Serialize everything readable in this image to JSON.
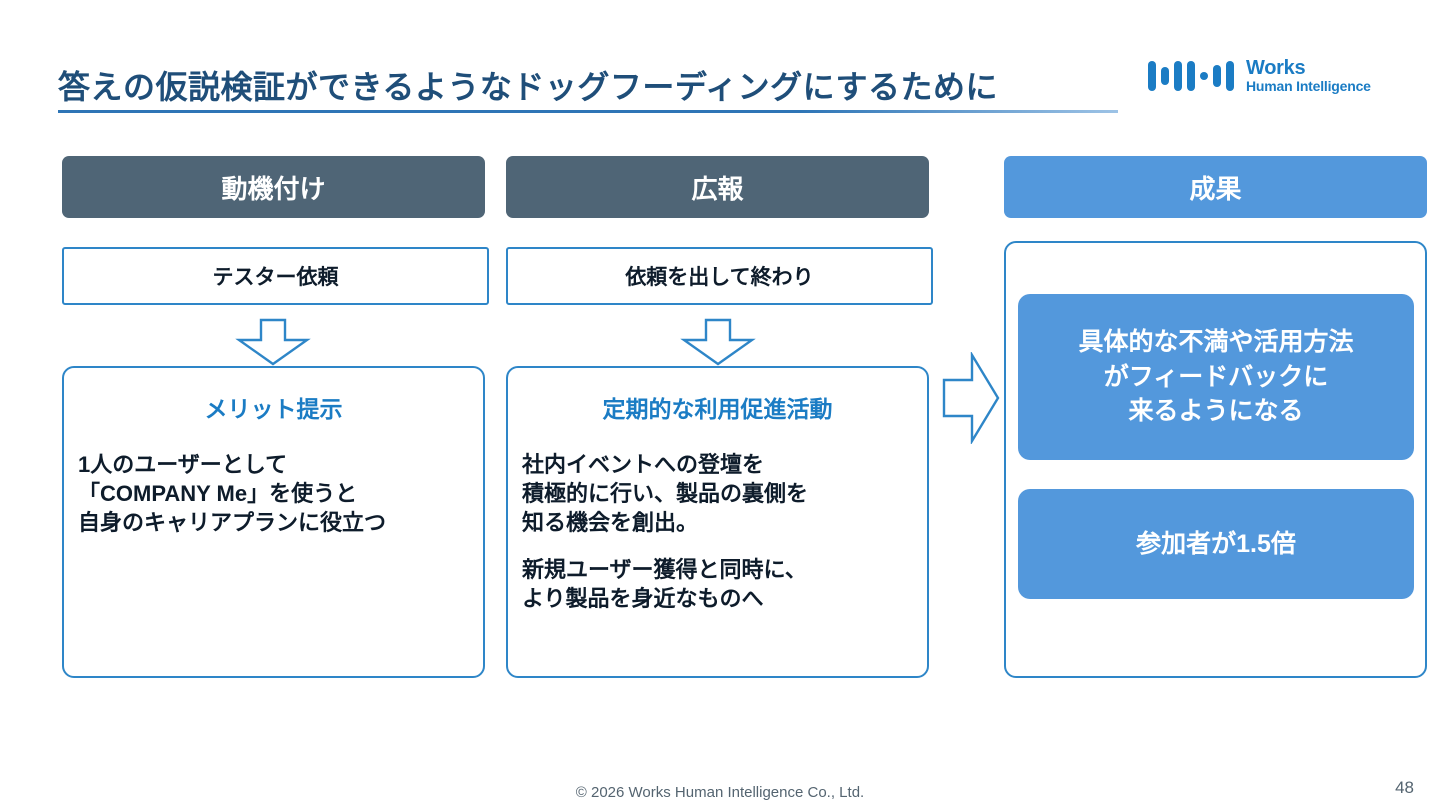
{
  "slide": {
    "title": "答えの仮説検証ができるようなドッグフーディングにするために",
    "page_number": "48",
    "copyright": "© 2026 Works Human Intelligence Co., Ltd.",
    "colors": {
      "title_blue": "#1F4E79",
      "accent_blue": "#1B7CC4",
      "panel_blue": "#5398DC",
      "panel_dark": "#4F6576",
      "border_blue": "#2E86C8",
      "body_text": "#0E1C2B",
      "footer_gray": "#546470"
    }
  },
  "logo": {
    "line1": "Works",
    "line2": "Human Intelligence"
  },
  "columns": [
    {
      "header": "動機付け",
      "header_style": "dark",
      "step": "テスター依頼",
      "content_head": "メリット提示",
      "content_body": "1人のユーザーとして\n 「COMPANY Me」を使うと\n自身のキャリアプランに役立つ",
      "content_body2": ""
    },
    {
      "header": "広報",
      "header_style": "dark",
      "step": "依頼を出して終わり",
      "content_head": "定期的な利用促進活動",
      "content_body": "社内イベントへの登壇を\n積極的に行い、製品の裏側を\n知る機会を創出。",
      "content_body2": "新規ユーザー獲得と同時に、\nより製品を身近なものへ"
    }
  ],
  "result": {
    "header": "成果",
    "header_style": "blue",
    "cards": [
      {
        "text": "具体的な不満や活用方法\nがフィードバックに\n来るようになる"
      },
      {
        "text": "参加者が1.5倍"
      }
    ]
  },
  "arrows": {
    "down_left": "down-arrow",
    "down_middle": "down-arrow",
    "right": "right-arrow"
  }
}
